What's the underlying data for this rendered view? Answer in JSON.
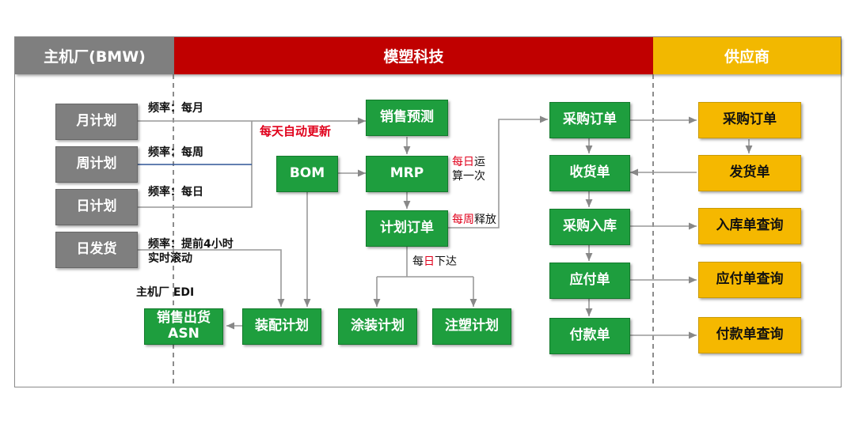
{
  "headers": {
    "oem": "主机厂(BMW)",
    "moulding": "模塑科技",
    "supplier": "供应商"
  },
  "oem_boxes": {
    "monthly_plan": "月计划",
    "weekly_plan": "周计划",
    "daily_plan": "日计划",
    "daily_delivery": "日发货"
  },
  "frequency_labels": {
    "monthly": "频率：每月",
    "weekly": "频率：每周",
    "daily": "频率：每日",
    "delivery_line1": "频率：提前4小时",
    "delivery_line2": "实时滚动"
  },
  "edi_label": "主机厂 EDI",
  "auto_update_label": "每天自动更新",
  "moulding_boxes": {
    "sales_forecast": "销售预测",
    "bom": "BOM",
    "mrp": "MRP",
    "planned_order": "计划订单",
    "assembly_plan": "装配计划",
    "painting_plan": "涂装计划",
    "injection_plan": "注塑计划",
    "sales_shipment_line1": "销售出货",
    "sales_shipment_line2": "ASN",
    "purchase_order": "采购订单",
    "receipt": "收货单",
    "purchase_storage": "采购入库",
    "payable": "应付单",
    "payment": "付款单"
  },
  "annotations": {
    "mrp_run_a": "每日",
    "mrp_run_b": "运",
    "mrp_run_c": "算一次",
    "weekly_release_a": "每周",
    "weekly_release_b": "释放",
    "daily_issue_a": "每",
    "daily_issue_b": "日",
    "daily_issue_c": "下达"
  },
  "supplier_boxes": {
    "purchase_order": "采购订单",
    "delivery_note": "发货单",
    "storage_query": "入库单查询",
    "payable_query": "应付单查询",
    "payment_query": "付款单查询"
  },
  "colors": {
    "oem_gray": "#7f7f7f",
    "moulding_red": "#c00000",
    "supplier_yellow": "#f2b800",
    "process_green": "#1e9e3e",
    "highlight_red": "#e0001b"
  }
}
